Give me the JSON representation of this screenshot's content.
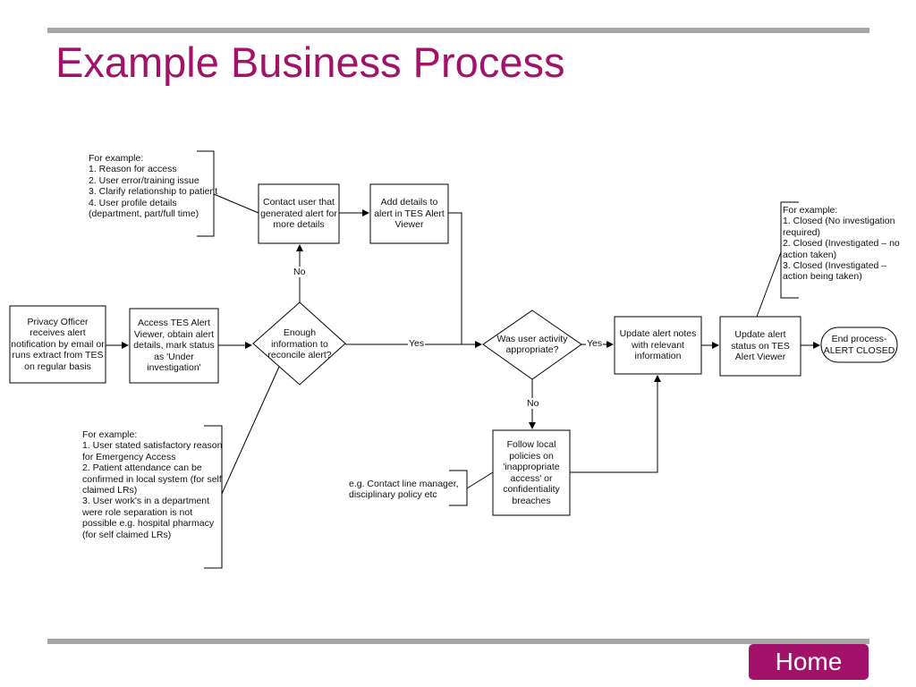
{
  "page": {
    "title": "Example Business Process",
    "home_label": "Home",
    "accent_color": "#a3126a",
    "rule_color": "#a6a6a6"
  },
  "diagram": {
    "nodes": {
      "privacy_officer": [
        "Privacy Officer",
        "receives alert",
        "notification by email or",
        "runs extract from TES",
        "on regular basis"
      ],
      "access_tes": [
        "Access TES Alert",
        "Viewer, obtain alert",
        "details, mark status",
        "as 'Under",
        "investigation'"
      ],
      "enough_info": [
        "Enough",
        "information to",
        "reconcile alert?"
      ],
      "contact_user": [
        "Contact user that",
        "generated alert for",
        "more details"
      ],
      "add_details": [
        "Add details to",
        "alert in TES Alert",
        "Viewer"
      ],
      "was_appropriate": [
        "Was user activity",
        "appropriate?"
      ],
      "follow_local": [
        "Follow local",
        "policies on",
        "'inappropriate",
        "access' or",
        "confidentiality",
        "breaches"
      ],
      "update_notes": [
        "Update alert notes",
        "with relevant",
        "information"
      ],
      "update_status": [
        "Update alert",
        "status on TES",
        "Alert Viewer"
      ],
      "end_process": [
        "End process-",
        "ALERT CLOSED"
      ]
    },
    "edge_labels": {
      "no_1": "No",
      "yes_1": "Yes",
      "yes_2": "Yes",
      "no_2": "No"
    },
    "notes": {
      "contact_examples": [
        "For example:",
        "1. Reason for access",
        "2. User error/training issue",
        "3. Clarify relationship to patient",
        "4. User profile details",
        "(department, part/full time)"
      ],
      "reconcile_examples": [
        "For example:",
        "1. User stated satisfactory reason",
        "for Emergency Access",
        "2. Patient attendance can be",
        "confirmed in local system (for self",
        "claimed LRs)",
        "3. User work's in a department",
        "were role separation is not",
        "possible e.g. hospital pharmacy",
        "(for self claimed LRs)"
      ],
      "closure_examples": [
        "For example:",
        "1. Closed (No investigation",
        "required)",
        "2. Closed (Investigated – no",
        "action taken)",
        "3. Closed (Investigated –",
        "action being taken)"
      ],
      "local_policy_examples": [
        "e.g. Contact line manager,",
        "disciplinary policy etc"
      ]
    }
  }
}
